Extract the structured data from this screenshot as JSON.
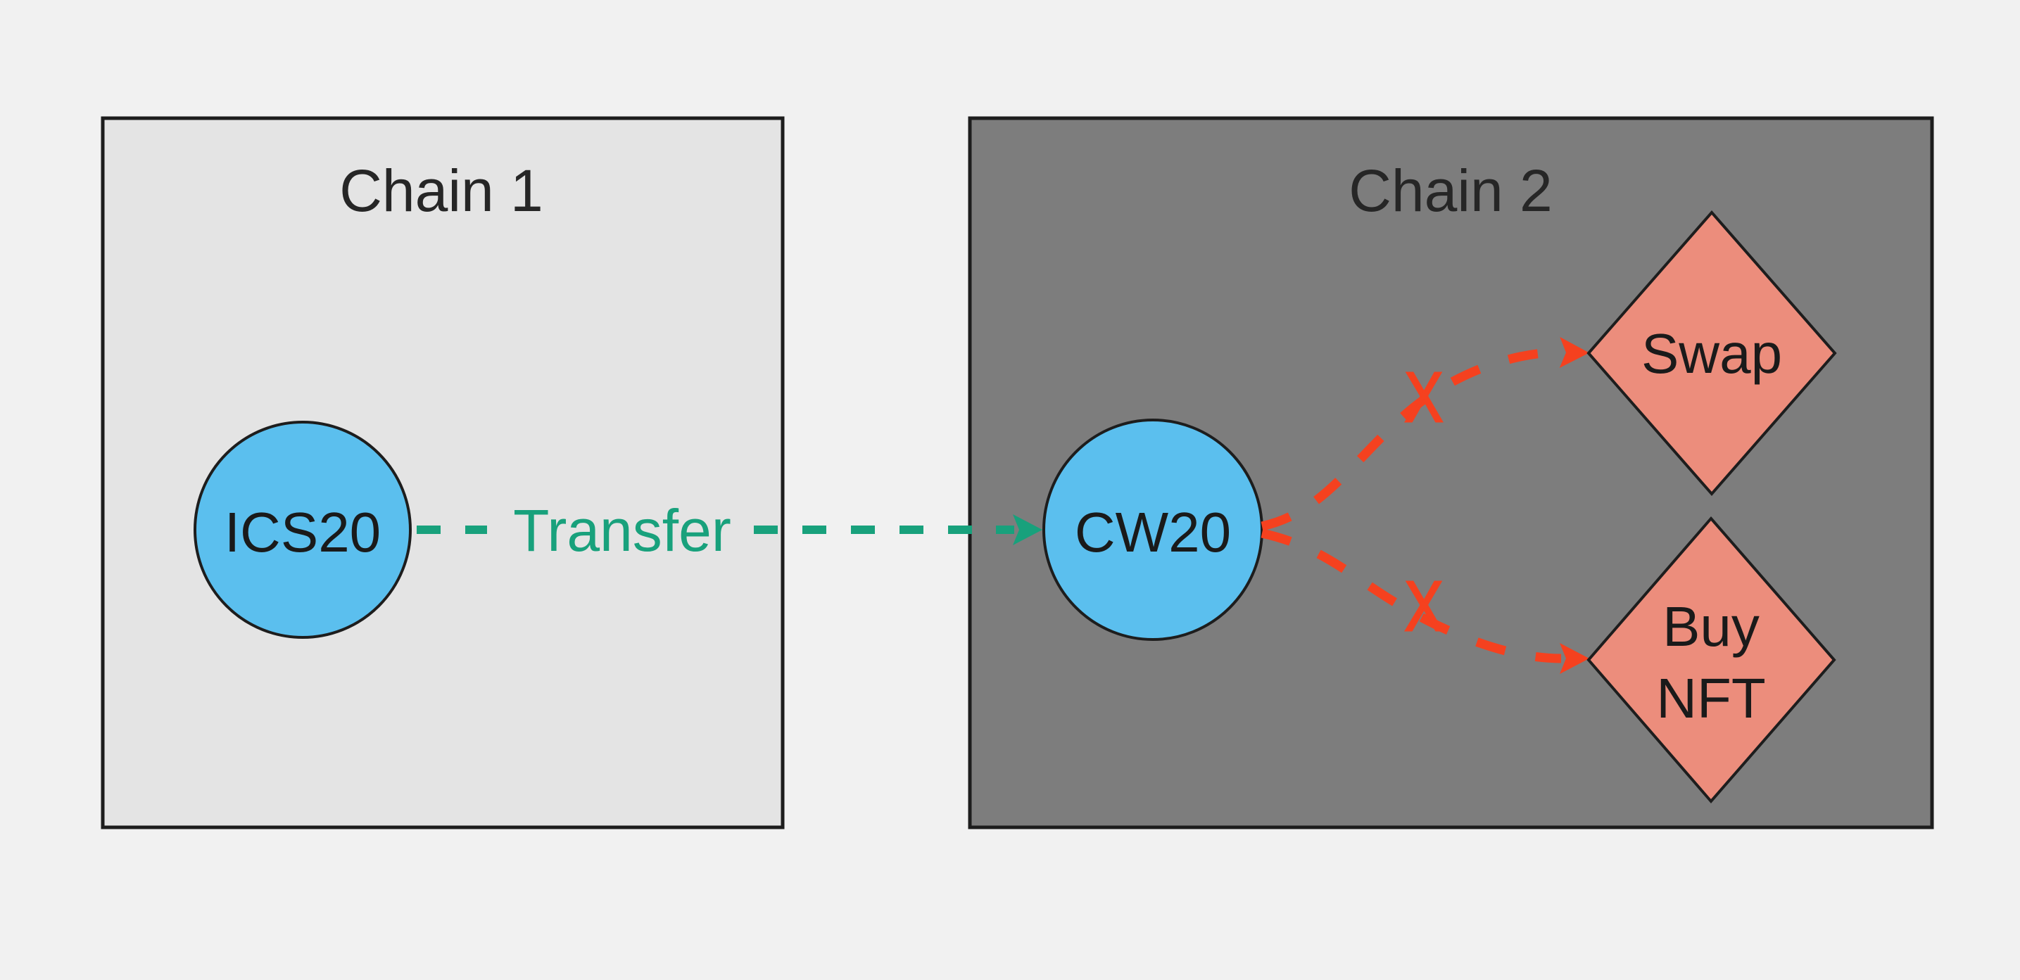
{
  "canvas": {
    "background": "#f1f1f1",
    "outline_color": "#1d1d1d",
    "title_color": "#262626",
    "label_color": "#1a1a1a"
  },
  "chain1": {
    "title": "Chain 1",
    "fill": "#e4e4e4"
  },
  "chain2": {
    "title": "Chain 2",
    "fill": "#7d7d7d"
  },
  "nodes": {
    "ics20": {
      "label": "ICS20",
      "fill": "#5bbfee"
    },
    "cw20": {
      "label": "CW20",
      "fill": "#5bbfee"
    }
  },
  "actions": {
    "swap": {
      "label": "Swap",
      "fill": "#ec8d7c"
    },
    "buy_nft": {
      "line1": "Buy",
      "line2": "NFT",
      "fill": "#ec8d7c"
    }
  },
  "edges": {
    "transfer": {
      "label": "Transfer",
      "color": "#18a17c",
      "style": "dashed-arrow"
    },
    "blocked_swap": {
      "mark": "X",
      "color": "#f5411f",
      "style": "dashed-arrow-blocked"
    },
    "blocked_buy_nft": {
      "mark": "X",
      "color": "#f5411f",
      "style": "dashed-arrow-blocked"
    }
  }
}
